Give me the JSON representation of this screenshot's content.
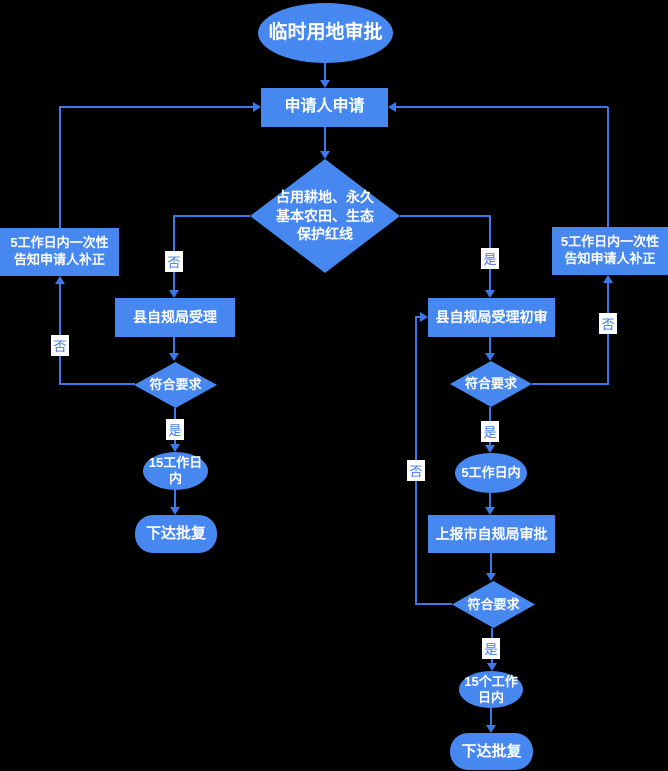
{
  "colors": {
    "background": "#000000",
    "shape_fill": "#4687f0",
    "line": "#3d78ea",
    "node_text": "#ffffff",
    "label_bg": "#ffffff",
    "label_text": "#3d78ea"
  },
  "nodes": {
    "start": "临时用地审批",
    "apply": "申请人申请",
    "main_decision": "占用耕地、永久\n基本农田、生态\n保护红线",
    "notify_left": "5工作日内一次性\n告知申请人补正",
    "county_accept": "县自规局受理",
    "check1": "符合要求",
    "within_15_workdays": "15工作日\n内",
    "issue_approval_left": "下达批复",
    "county_preliminary": "县自规局受理初审",
    "notify_right": "5工作日内一次性\n告知申请人补正",
    "check2": "符合要求",
    "within_5_workdays": "5工作日内",
    "report_city": "上报市自规局审批",
    "check3": "符合要求",
    "within_15_working_days": "15个工作\n日内",
    "issue_approval_right": "下达批复"
  },
  "edge_labels": {
    "yes": "是",
    "no": "否"
  }
}
